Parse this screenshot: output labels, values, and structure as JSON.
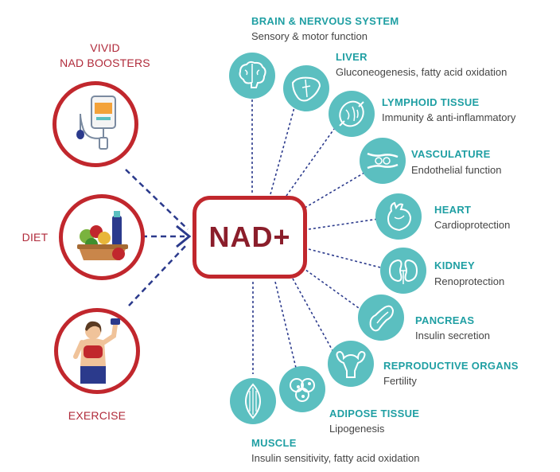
{
  "center": {
    "label": "NAD+"
  },
  "sources": [
    {
      "key": "vivid",
      "label_line1": "VIVID",
      "label_line2": "NAD BOOSTERS",
      "icon": "iv-bag-icon"
    },
    {
      "key": "diet",
      "label": "DIET",
      "icon": "food-basket-icon"
    },
    {
      "key": "exercise",
      "label": "EXERCISE",
      "icon": "woman-lifting-dumbbell-icon"
    }
  ],
  "organs": [
    {
      "key": "brain",
      "title": "BRAIN & NERVOUS SYSTEM",
      "desc": "Sensory & motor function",
      "icon": "brain-icon"
    },
    {
      "key": "liver",
      "title": "LIVER",
      "desc": "Gluconeogenesis, fatty acid oxidation",
      "icon": "liver-icon"
    },
    {
      "key": "lymphoid",
      "title": "LYMPHOID TISSUE",
      "desc": "Immunity & anti-inflammatory",
      "icon": "lymph-node-icon"
    },
    {
      "key": "vasculature",
      "title": "VASCULATURE",
      "desc": "Endothelial function",
      "icon": "blood-vessel-icon"
    },
    {
      "key": "heart",
      "title": "HEART",
      "desc": "Cardioprotection",
      "icon": "heart-icon"
    },
    {
      "key": "kidney",
      "title": "KIDNEY",
      "desc": "Renoprotection",
      "icon": "kidney-icon"
    },
    {
      "key": "pancreas",
      "title": "PANCREAS",
      "desc": "Insulin secretion",
      "icon": "pancreas-icon"
    },
    {
      "key": "reproductive",
      "title": "REPRODUCTIVE ORGANS",
      "desc": "Fertility",
      "icon": "uterus-icon"
    },
    {
      "key": "adipose",
      "title": "ADIPOSE TISSUE",
      "desc": "Lipogenesis",
      "icon": "fat-cells-icon"
    },
    {
      "key": "muscle",
      "title": "MUSCLE",
      "desc": "Insulin sensitivity, fatty acid oxidation",
      "icon": "muscle-icon"
    }
  ],
  "colors": {
    "accent_red": "#c1272d",
    "nad_text": "#8b1e2b",
    "teal_circle": "#5bbfc0",
    "teal_text": "#1f9fa3",
    "connector_navy": "#2b3a8c"
  }
}
